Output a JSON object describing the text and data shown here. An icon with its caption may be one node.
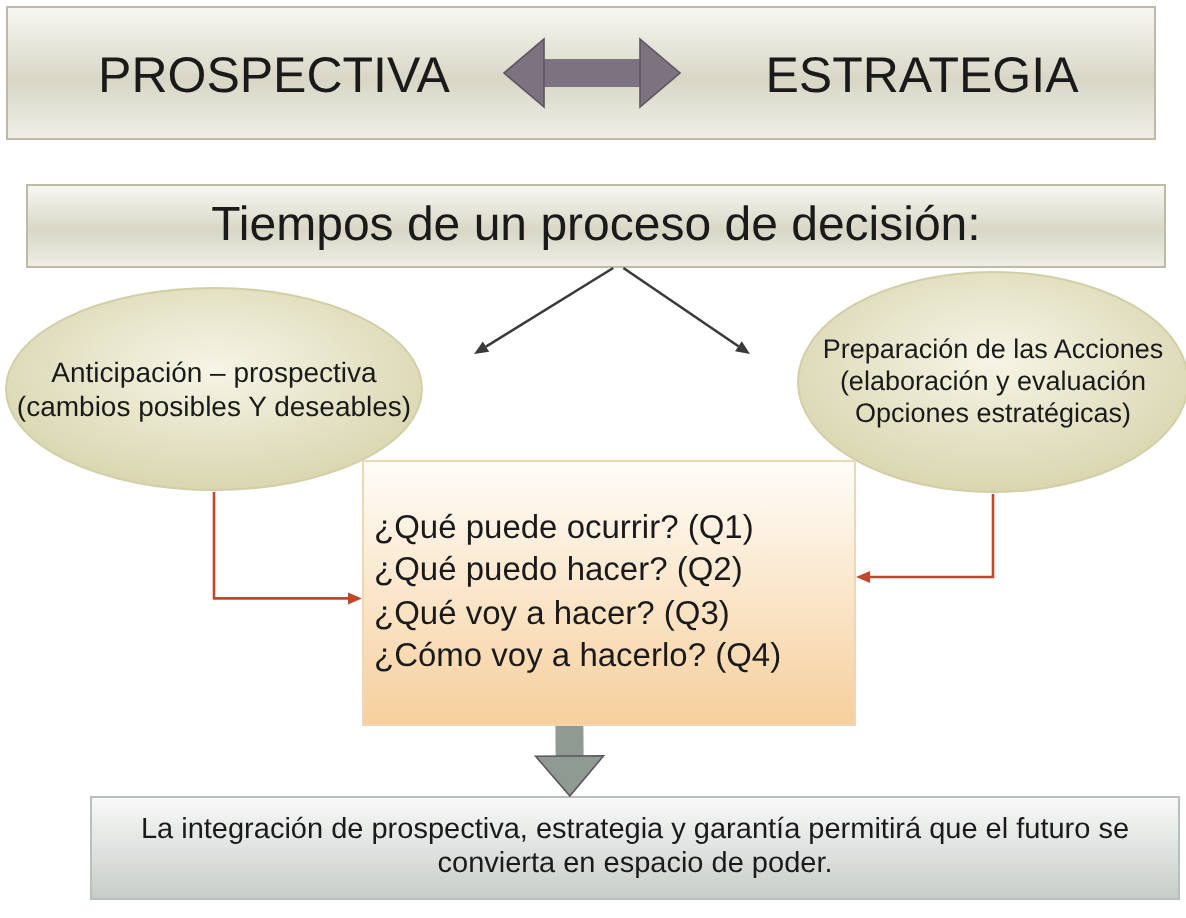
{
  "diagram": {
    "nodes": [
      {
        "text": [],
        "shape": "box"
      },
      {
        "text": [
          "PROSPECTIVA"
        ],
        "in": 0
      },
      {
        "text": [
          "ESTRATEGIA"
        ],
        "in": 0
      },
      {
        "text": [
          "Tiempos de un proceso de decisión:"
        ]
      },
      {
        "text": [
          "Anticipación – prospectiva (cambios posibles Y deseables)"
        ]
      },
      {
        "text": [
          "Preparación de las Acciones (elaboración y evaluación Opciones estratégicas)"
        ]
      },
      {
        "text": [
          "¿Qué puede ocurrir? (Q1)",
          "¿Qué puedo hacer? (Q2)",
          "¿Qué voy a hacer? (Q3)",
          "¿Cómo voy a hacerlo? (Q4)"
        ]
      },
      {
        "text": [
          "La integración de prospectiva, estrategia y garantía permitirá que el futuro se convierta en espacio de poder."
        ]
      }
    ],
    "edges": [
      {
        "from": 1,
        "to": 2,
        "arrow": "both",
        "style": "thick",
        "color": "#7d7280"
      },
      {
        "from": 3,
        "to": null,
        "arrow": "to"
      },
      {
        "from": 3,
        "to": null,
        "arrow": "to"
      },
      {
        "from": 4,
        "to": 6,
        "arrow": "to",
        "color": "#c0472c"
      },
      {
        "from": 5,
        "to": 6,
        "arrow": "to",
        "color": "#c0472c"
      },
      {
        "from": 6,
        "to": 7,
        "arrow": "to",
        "style": "thick",
        "color": "#8f9a92"
      }
    ]
  }
}
